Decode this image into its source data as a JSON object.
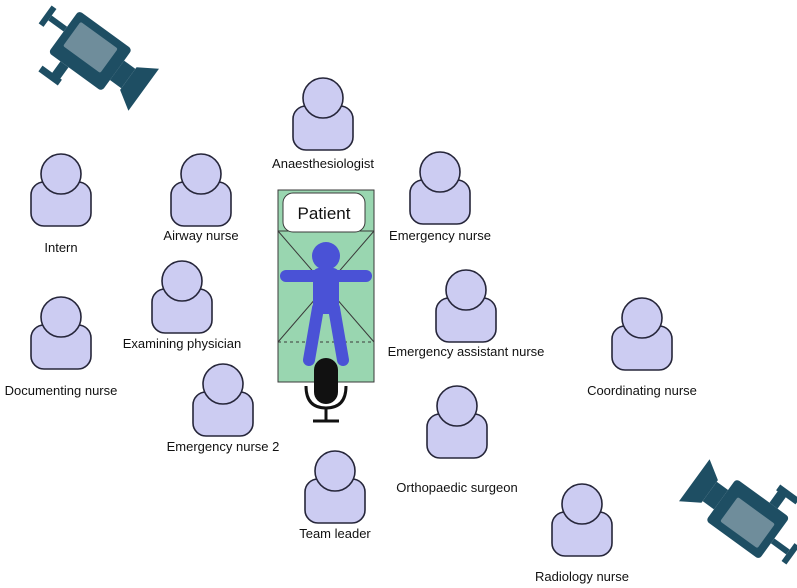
{
  "patient": {
    "label": "Patient"
  },
  "roles": {
    "anaesthesiologist": "Anaesthesiologist",
    "intern": "Intern",
    "airway_nurse": "Airway nurse",
    "emergency_nurse": "Emergency nurse",
    "examining_physician": "Examining physician",
    "emergency_assistant_nurse": "Emergency assistant nurse",
    "documenting_nurse": "Documenting nurse",
    "coordinating_nurse": "Coordinating nurse",
    "emergency_nurse_2": "Emergency nurse 2",
    "orthopaedic_surgeon": "Orthopaedic surgeon",
    "team_leader": "Team leader",
    "radiology_nurse": "Radiology nurse"
  },
  "icons": [
    "video-camera-icon",
    "video-camera-icon",
    "microphone-icon",
    "person-icon"
  ],
  "colors": {
    "person_fill": "#ccccf2",
    "person_stroke": "#26263a",
    "bed_fill": "#99d6b0",
    "patient_figure": "#4a52d6",
    "camera": "#1e4e63"
  }
}
